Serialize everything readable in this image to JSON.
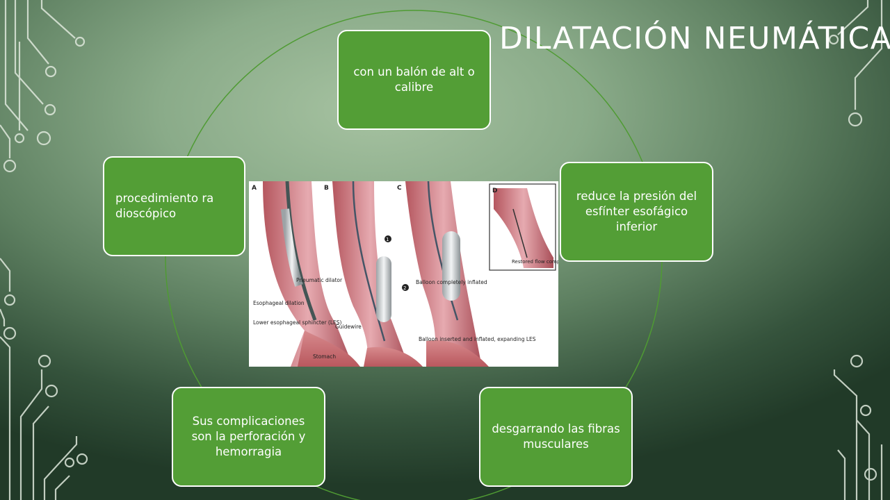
{
  "slide": {
    "title": "DILATACIÓN NEUMÁTICA",
    "colors": {
      "box_fill": "#539e36",
      "box_border": "#ffffff",
      "ring": "#4f9b33",
      "circuit": "#dfe8dc"
    }
  },
  "cycle": {
    "items": [
      {
        "label": "con un balón de alt o calibre"
      },
      {
        "label": "reduce la presión del esfínter esofágico inferior"
      },
      {
        "label": "desgarrando las fibras musculares"
      },
      {
        "label": "Sus complicaciones son la perforación y hemorragia"
      },
      {
        "label": "procedimiento ra dioscópico"
      }
    ]
  },
  "figure": {
    "panels": [
      "A",
      "B",
      "C",
      "D"
    ],
    "labels": {
      "pneumatic_dilator": "Pneumatic dilator",
      "esophageal_dilation": "Esophageal dilation",
      "les": "Lower esophageal sphincter (LES)",
      "guidewire": "Guidewire",
      "stomach": "Stomach",
      "balloon_inserted": "Balloon inserted and inflated, expanding LES",
      "balloon_inflated": "Balloon completely inflated",
      "restored_flow": "Restored flow complete"
    },
    "markers": [
      "1",
      "2"
    ]
  }
}
